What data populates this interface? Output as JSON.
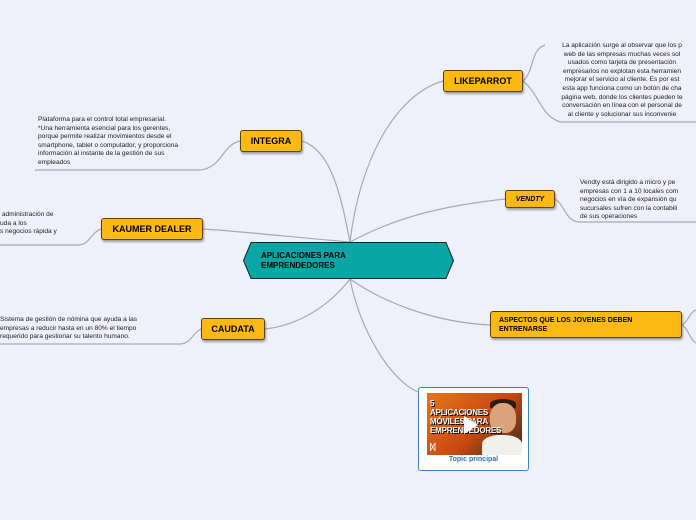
{
  "central": {
    "label": "APLICACIONES PARA\nEMPRENDEDORES",
    "fill": "#0aa5a5"
  },
  "colors": {
    "topic_fill": "#fdb913",
    "line": "#a9a9b3",
    "background": "#eef0fb"
  },
  "topics": {
    "likeparrot": {
      "label": "LIKEPARROT",
      "note": "La aplicación surge al observar que los p\nweb de las empresas muchas veces sol\nusados como tarjeta de presentación\nempresarios no explotan esta herramien\nmejorar el servicio al cliente. Es por est\nesta app funciona como un botón de cha\npágina web, donde los clientes pueden te\nconversación en línea con el personal de\nal cliente y solucionar sus inconvenie"
    },
    "integra": {
      "label": "INTEGRA",
      "note": "Plataforma para el control total empresarial.\n*Una herramienta esencial para los gerentes,\nporque permite realizar movimientos desde el\nsmartphone, tablet o computador, y proporciona\ninformación al instante de la gestión de sus\nempleados"
    },
    "vendty": {
      "label": "VENDTY",
      "note": "Vendty está dirigido a micro y pe\nempresas con 1 a 10 locales com\nnegocios en vía de expansión qu\nsucursales sufren con la contabili\nde sus operaciones"
    },
    "kaumer": {
      "label": "KAUMER DEALER",
      "note": " administración de\nuda a los\ns negocios rápida y"
    },
    "aspectos": {
      "label": "ASPECTOS QUE LOS JOVENES DEBEN\nENTRENARSE"
    },
    "caudata": {
      "label": "CAUDATA",
      "note": "Sistema de gestión de nómina que ayuda a las\nempresas a reducir hasta en un 80% el tiempo\nrequerido para gestionar su talento humano."
    }
  },
  "video": {
    "thumb_title": "5 APLICACIONES\nMÓVILES PARA\nEMPRENDEDORES",
    "caption": "Topic principal",
    "play_icon": "play-icon"
  }
}
